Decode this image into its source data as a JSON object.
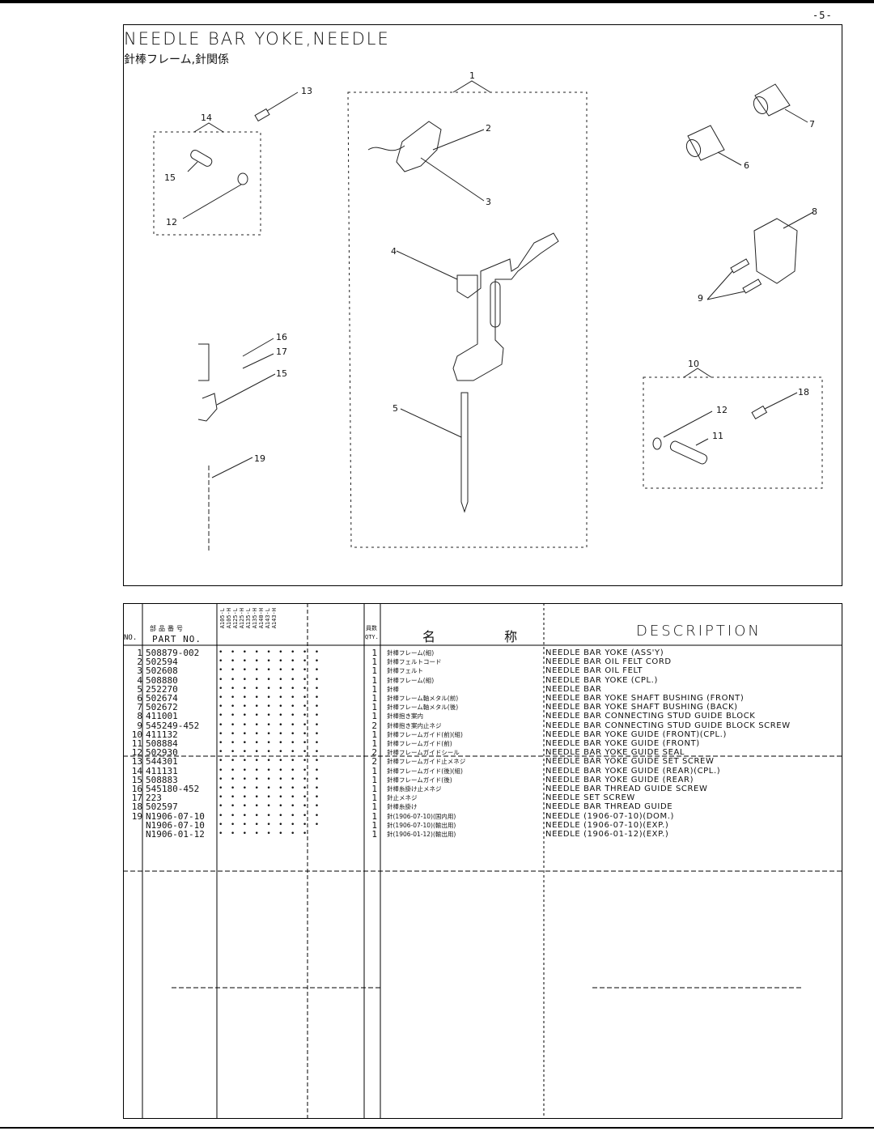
{
  "page_number": "-5-",
  "title_en": "NEEDLE BAR YOKE,NEEDLE",
  "title_jp": "針棒フレーム,針関係",
  "callouts": [
    "1",
    "2",
    "3",
    "4",
    "5",
    "6",
    "7",
    "8",
    "9",
    "10",
    "11",
    "12",
    "13",
    "14",
    "15",
    "12",
    "15",
    "16",
    "17",
    "18",
    "19"
  ],
  "table": {
    "header": {
      "no": "NO.",
      "part_no_jp": "部品番号",
      "part_no": "PART NO.",
      "models": [
        "A105-L",
        "A105-H",
        "A125-L",
        "A125-H",
        "A135-L",
        "A135-H",
        "A140-H",
        "A143-L",
        "A143-H"
      ],
      "qty_jp": "員数",
      "qty": "QTY.",
      "name_jp": "名 称",
      "description": "DESCRIPTION"
    },
    "rows": [
      {
        "no": "1",
        "part": "508879-002",
        "dots": "• • • • • • • • •",
        "qty": "1",
        "name": "針棒フレーム(組)",
        "desc": "NEEDLE BAR YOKE (ASS'Y)"
      },
      {
        "no": "2",
        "part": "502594",
        "dots": "• • • • • • • • •",
        "qty": "1",
        "name": "針棒フェルトコード",
        "desc": "NEEDLE BAR OIL FELT CORD"
      },
      {
        "no": "3",
        "part": "502608",
        "dots": "• • • • • • • • •",
        "qty": "1",
        "name": "針棒フェルト",
        "desc": "NEEDLE BAR OIL FELT"
      },
      {
        "no": "4",
        "part": "508880",
        "dots": "• • • • • • • • •",
        "qty": "1",
        "name": "針棒フレーム(組)",
        "desc": "NEEDLE BAR YOKE (CPL.)"
      },
      {
        "no": "5",
        "part": "252270",
        "dots": "• • • • • • • • •",
        "qty": "1",
        "name": "針棒",
        "desc": "NEEDLE BAR"
      },
      {
        "no": "6",
        "part": "502674",
        "dots": "• • • • • • • • •",
        "qty": "1",
        "name": "針棒フレーム軸メタル(前)",
        "desc": "NEEDLE BAR YOKE SHAFT BUSHING (FRONT)"
      },
      {
        "no": "7",
        "part": "502672",
        "dots": "• • • • • • • • •",
        "qty": "1",
        "name": "針棒フレーム軸メタル(後)",
        "desc": "NEEDLE BAR YOKE SHAFT BUSHING (BACK)"
      },
      {
        "no": "8",
        "part": "411001",
        "dots": "• • • • • • • • •",
        "qty": "1",
        "name": "針棒抱き案内",
        "desc": "NEEDLE BAR CONNECTING STUD GUIDE BLOCK"
      },
      {
        "no": "9",
        "part": "545249-452",
        "dots": "• • • • • • • • •",
        "qty": "2",
        "name": "針棒抱き案内止ネジ",
        "desc": "NEEDLE BAR CONNECTING STUD GUIDE BLOCK SCREW"
      },
      {
        "no": "10",
        "part": "411132",
        "dots": "• • • • • • • • •",
        "qty": "1",
        "name": "針棒フレームガイド(前)(組)",
        "desc": "NEEDLE BAR YOKE GUIDE (FRONT)(CPL.)"
      },
      {
        "no": "11",
        "part": "508884",
        "dots": "• • • • • • • • •",
        "qty": "1",
        "name": "針棒フレームガイド(前)",
        "desc": "NEEDLE BAR YOKE GUIDE (FRONT)"
      },
      {
        "no": "12",
        "part": "502930",
        "dots": "• • • • • • • • •",
        "qty": "2",
        "name": "針棒フレームガイドシール",
        "desc": "NEEDLE BAR YOKE GUIDE SEAL"
      },
      {
        "no": "13",
        "part": "544301",
        "dots": "• • • • • • • • •",
        "qty": "2",
        "name": "針棒フレームガイド止メネジ",
        "desc": "NEEDLE BAR YOKE GUIDE SET SCREW"
      },
      {
        "no": "14",
        "part": "411131",
        "dots": "• • • • • • • • •",
        "qty": "1",
        "name": "針棒フレームガイド(後)(組)",
        "desc": "NEEDLE BAR YOKE GUIDE (REAR)(CPL.)"
      },
      {
        "no": "15",
        "part": "508883",
        "dots": "• • • • • • • • •",
        "qty": "1",
        "name": "針棒フレームガイド(後)",
        "desc": "NEEDLE BAR YOKE GUIDE (REAR)"
      },
      {
        "no": "16",
        "part": "545180-452",
        "dots": "• • • • • • • • •",
        "qty": "1",
        "name": "針棒糸掛け止メネジ",
        "desc": "NEEDLE BAR THREAD GUIDE SCREW"
      },
      {
        "no": "17",
        "part": "223",
        "dots": "• • • • • • • • •",
        "qty": "1",
        "name": "針止メネジ",
        "desc": "NEEDLE SET SCREW"
      },
      {
        "no": "18",
        "part": "502597",
        "dots": "• • • • • • • • •",
        "qty": "1",
        "name": "針棒糸掛け",
        "desc": "NEEDLE BAR THREAD GUIDE"
      },
      {
        "no": "19",
        "part": "N1906-07-10",
        "dots": "• • • • • • • • •",
        "qty": "1",
        "name": "針(1906-07-10)(国内用)",
        "desc": "NEEDLE (1906-07-10)(DOM.)"
      },
      {
        "no": "",
        "part": "N1906-07-10",
        "dots": "• • • • • • • • •",
        "qty": "1",
        "name": "針(1906-07-10)(輸出用)",
        "desc": "NEEDLE (1906-07-10)(EXP.)"
      },
      {
        "no": "",
        "part": "N1906-01-12",
        "dots": "• • • • • • • •",
        "qty": "1",
        "name": "針(1906-01-12)(輸出用)",
        "desc": "NEEDLE (1906-01-12)(EXP.)"
      }
    ]
  }
}
